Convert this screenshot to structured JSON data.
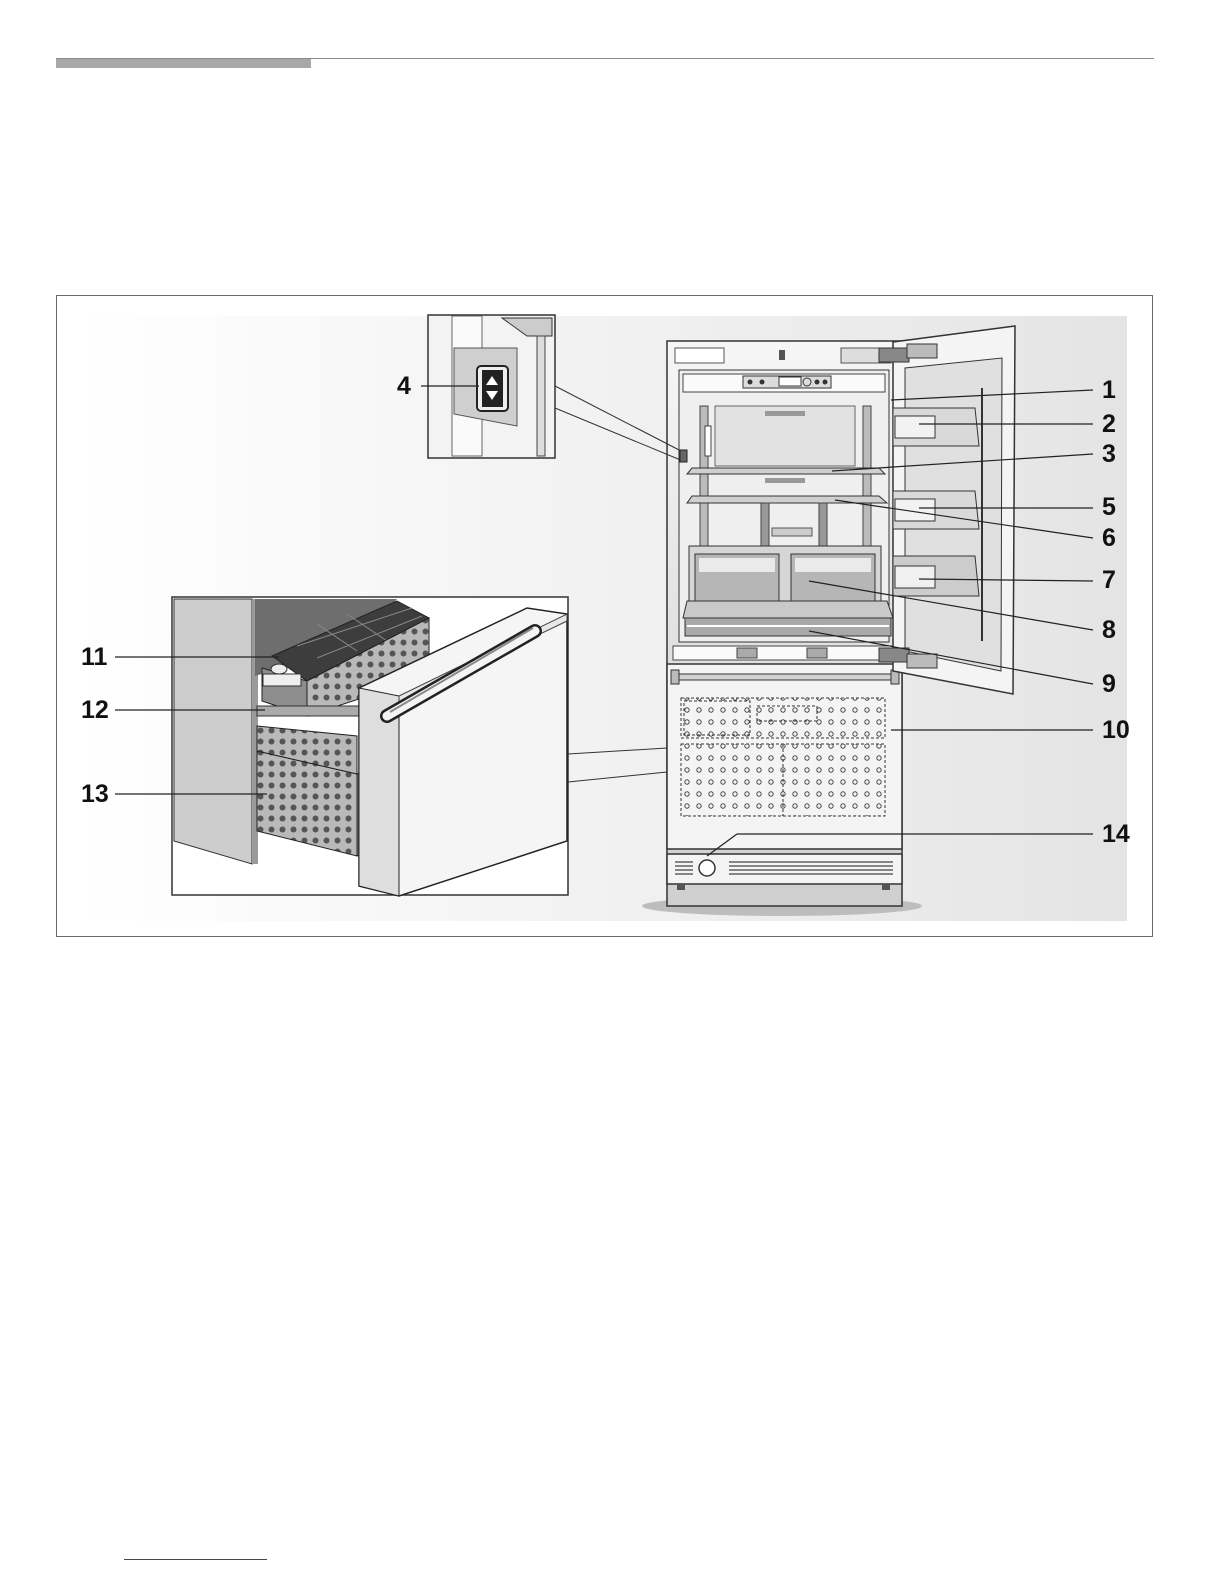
{
  "figure": {
    "callouts": {
      "c1": "1",
      "c2": "2",
      "c3": "3",
      "c4": "4",
      "c5": "5",
      "c6": "6",
      "c7": "7",
      "c8": "8",
      "c9": "9",
      "c10": "10",
      "c11": "11",
      "c12": "12",
      "c13": "13",
      "c14": "14"
    }
  }
}
